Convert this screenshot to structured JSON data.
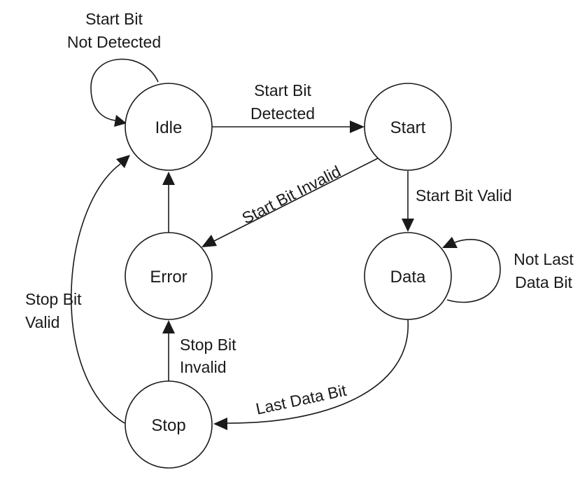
{
  "states": {
    "idle": "Idle",
    "start": "Start",
    "error": "Error",
    "data": "Data",
    "stop": "Stop"
  },
  "transitions": {
    "idle_self": [
      "Start Bit",
      "Not Detected"
    ],
    "idle_to_start": [
      "Start Bit",
      "Detected"
    ],
    "start_to_error": "Start Bit Invalid",
    "start_to_data": "Start Bit Valid",
    "data_self": [
      "Not Last",
      "Data Bit"
    ],
    "data_to_stop": "Last Data Bit",
    "stop_to_error": [
      "Stop Bit",
      "Invalid"
    ],
    "stop_to_idle": [
      "Stop Bit",
      "Valid"
    ]
  }
}
